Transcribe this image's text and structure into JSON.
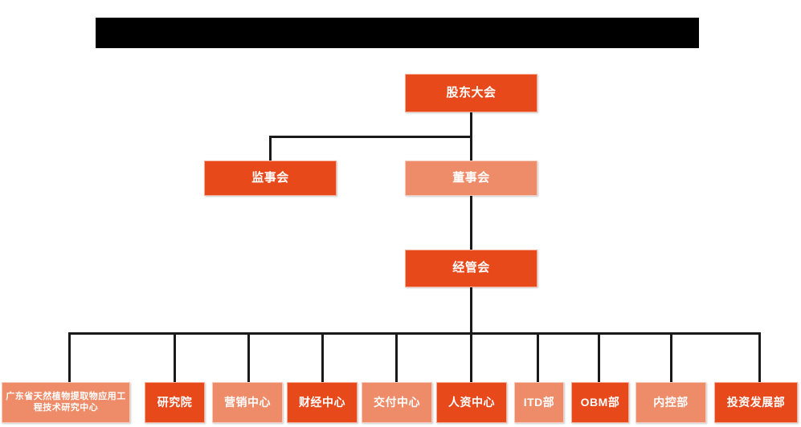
{
  "page": {
    "background_color": "#FFFFFF",
    "redaction_bar": {
      "name": "redacted-title-bar",
      "color": "#000000",
      "text": ""
    }
  },
  "theme": {
    "dark_orange": "#E8491B",
    "light_orange": "#EE8B68",
    "line_color": "#1A1A1A",
    "text_color": "#FFFFFF"
  },
  "chart": {
    "type": "org-chart",
    "levels": [
      {
        "level": 1,
        "nodes": [
          {
            "id": "shareholders",
            "label": "股东大会",
            "shade": "dark"
          }
        ]
      },
      {
        "level": 2,
        "nodes": [
          {
            "id": "supervisors",
            "label": "监事会",
            "shade": "dark"
          },
          {
            "id": "directors",
            "label": "董事会",
            "shade": "light"
          }
        ]
      },
      {
        "level": 3,
        "nodes": [
          {
            "id": "management",
            "label": "经管会",
            "shade": "dark"
          }
        ]
      },
      {
        "level": 4,
        "nodes": [
          {
            "id": "research-center",
            "label": "广东省天然植物提取物应用工程技术研究中心",
            "shade": "light"
          },
          {
            "id": "institute",
            "label": "研究院",
            "shade": "dark"
          },
          {
            "id": "marketing-center",
            "label": "营销中心",
            "shade": "light"
          },
          {
            "id": "finance-center",
            "label": "财经中心",
            "shade": "dark"
          },
          {
            "id": "delivery-center",
            "label": "交付中心",
            "shade": "light"
          },
          {
            "id": "hr-center",
            "label": "人资中心",
            "shade": "dark"
          },
          {
            "id": "itd-dept",
            "label": "ITD部",
            "shade": "light"
          },
          {
            "id": "obm-dept",
            "label": "OBM部",
            "shade": "dark"
          },
          {
            "id": "internal-control-dept",
            "label": "内控部",
            "shade": "light"
          },
          {
            "id": "investment-development-dept",
            "label": "投资发展部",
            "shade": "dark"
          }
        ]
      }
    ]
  }
}
